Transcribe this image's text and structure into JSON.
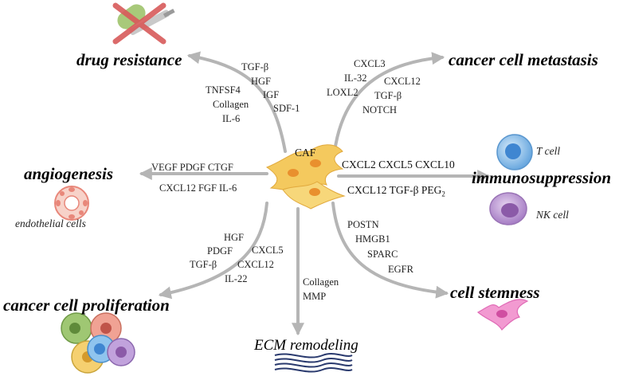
{
  "colors": {
    "arrow": "#b5b5b5",
    "caf": "#f4c95e",
    "caf_nucleus": "#e9902e",
    "red_cross": "#d85a5a",
    "t_cell": "#7fb8e8",
    "nk_cell": "#b993d0",
    "endothelial": "#e8877a",
    "stem_cell": "#e87ac2",
    "ecm_fiber": "#2a3a6e"
  },
  "center": {
    "label": "CAF"
  },
  "outcomes": {
    "drug_resistance": "drug resistance",
    "metastasis": "cancer cell metastasis",
    "angiogenesis": "angiogenesis",
    "immunosuppression": "immunosuppression",
    "proliferation": "cancer cell proliferation",
    "ecm": "ECM remodeling",
    "stemness": "cell stemness"
  },
  "cells": {
    "t_cell": "T cell",
    "nk_cell": "NK cell",
    "endothelial": "endothelial cells"
  },
  "factors": {
    "drug": [
      "TGF-β",
      "HGF",
      "IGF",
      "SDF-1",
      "TNFSF4",
      "Collagen",
      "IL-6"
    ],
    "meta": [
      "CXCL3",
      "IL-32",
      "LOXL2",
      "CXCL12",
      "TGF-β",
      "NOTCH"
    ],
    "angio": [
      "VEGF PDGF CTGF",
      "CXCL12 FGF IL-6"
    ],
    "immuno": [
      "CXCL2 CXCL5 CXCL10",
      "CXCL12 TGF-β PEG",
      "2"
    ],
    "prolif": [
      "HGF",
      "PDGF",
      "TGF-β",
      "CXCL5",
      "CXCL12",
      "IL-22"
    ],
    "ecm": [
      "Collagen",
      "MMP"
    ],
    "stem": [
      "POSTN",
      "HMGB1",
      "SPARC",
      "EGFR"
    ]
  },
  "icons": {
    "drug": "crossed-out-pill-and-syringe-icon",
    "t_cell": "t-cell-icon",
    "nk_cell": "nk-cell-icon",
    "endothelial": "endothelial-vessel-icon",
    "proliferation": "cancer-cell-cluster-icon",
    "ecm": "ecm-fibers-icon",
    "stemness": "stem-cell-icon",
    "caf": "caf-cluster-icon"
  }
}
